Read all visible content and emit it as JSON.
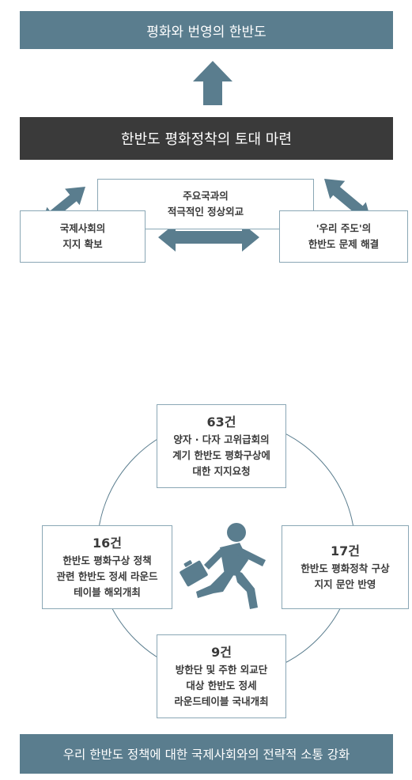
{
  "header": {
    "title": "평화와 번영의 한반도"
  },
  "foundation": {
    "title": "한반도 평화정착의 토대 마련"
  },
  "triangle": {
    "top": {
      "line1": "주요국과의",
      "line2": "적극적인 정상외교"
    },
    "left": {
      "line1": "국제사회의",
      "line2": "지지 확보"
    },
    "right": {
      "line1": "'우리 주도'의",
      "line2": "한반도 문제 해결"
    }
  },
  "cycle": {
    "top": {
      "count": "63건",
      "line1": "양자 · 다자 고위급회의",
      "line2": "계기 한반도 평화구상에",
      "line3": "대한 지지요청"
    },
    "left": {
      "count": "16건",
      "line1": "한반도 평화구상 정책",
      "line2": "관련 한반도 정세 라운드",
      "line3": "테이블 해외개최"
    },
    "right": {
      "count": "17건",
      "line1": "한반도 평화정착 구상",
      "line2": "지지 문안 반영"
    },
    "bottom": {
      "count": "9건",
      "line1": "방한단 및 주한 외교단",
      "line2": "대상 한반도 정세",
      "line3": "라운드테이블 국내개최"
    }
  },
  "footer": {
    "title": "우리 한반도 정책에 대한 국제사회와의 전략적 소통 강화"
  },
  "colors": {
    "accent": "#5a7d8e",
    "dark": "#3a3a3a",
    "box_border": "#8aa7b5"
  },
  "icons": {
    "center": "businessman-running-icon"
  }
}
